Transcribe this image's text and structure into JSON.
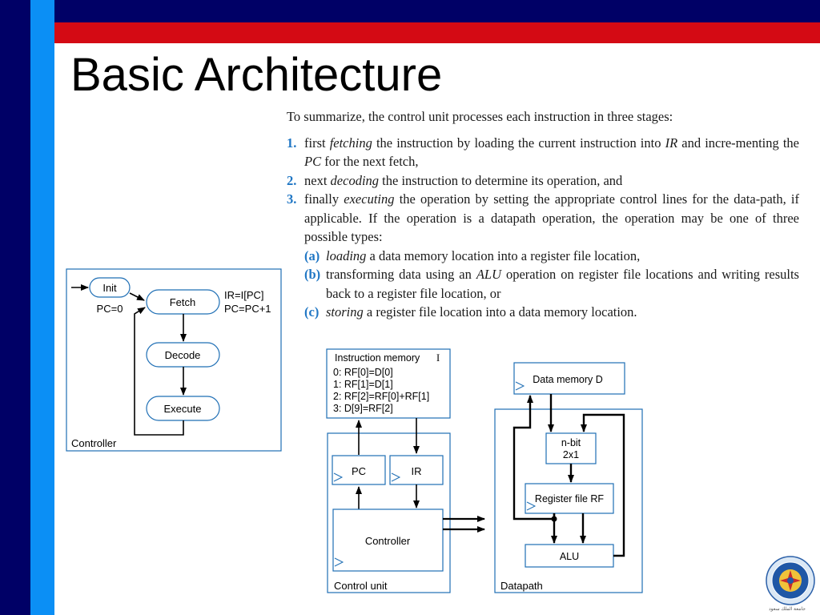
{
  "slide": {
    "title": "Basic Architecture",
    "intro": "To summarize, the control unit processes each instruction in three stages:",
    "steps": [
      {
        "num": "1.",
        "pre": "first ",
        "em": "fetching",
        "post": " the instruction by loading the current instruction into ",
        "em2": "IR",
        "post2": " and incre-menting the ",
        "em3": "PC",
        "post3": " for the next fetch,"
      },
      {
        "num": "2.",
        "pre": "next ",
        "em": "decoding",
        "post": " the instruction to determine its operation, and"
      },
      {
        "num": "3.",
        "pre": "finally ",
        "em": "executing",
        "post": " the operation by setting the appropriate control lines for the data-path, if applicable. If the operation is a datapath operation, the operation may be one of three possible types:"
      }
    ],
    "substeps": [
      {
        "lbl": "(a)",
        "em": "loading",
        "post": " a data memory location into a register file location,"
      },
      {
        "lbl": "(b)",
        "pre": "transforming data using an ",
        "em": "ALU",
        "post": " operation on register file locations and writing results back to a register file location, or"
      },
      {
        "lbl": "(c)",
        "em": "storing",
        "post": " a register file location into a data memory location."
      }
    ]
  },
  "controller_fsm": {
    "states": [
      "Init",
      "Fetch",
      "Decode",
      "Execute"
    ],
    "init_action": "PC=0",
    "fetch_actions": [
      "IR=I[PC]",
      "PC=PC+1"
    ],
    "label": "Controller"
  },
  "architecture": {
    "instruction_memory": {
      "title": "Instruction memory",
      "symbol": "I",
      "lines": [
        "0: RF[0]=D[0]",
        "1: RF[1]=D[1]",
        "2: RF[2]=RF[0]+RF[1]",
        "3: D[9]=RF[2]"
      ]
    },
    "control_unit": {
      "pc": "PC",
      "ir": "IR",
      "controller": "Controller",
      "label": "Control unit"
    },
    "datapath": {
      "data_memory": "Data memory D",
      "mux": [
        "n-bit",
        "2x1"
      ],
      "register_file": "Register file RF",
      "alu": "ALU",
      "label": "Datapath"
    }
  },
  "logo": {
    "caption": "ﺟﺎﻣﻌﺔ ﺍﻟﻤﻠﻚ ﺳﻌﻮﺩ"
  }
}
